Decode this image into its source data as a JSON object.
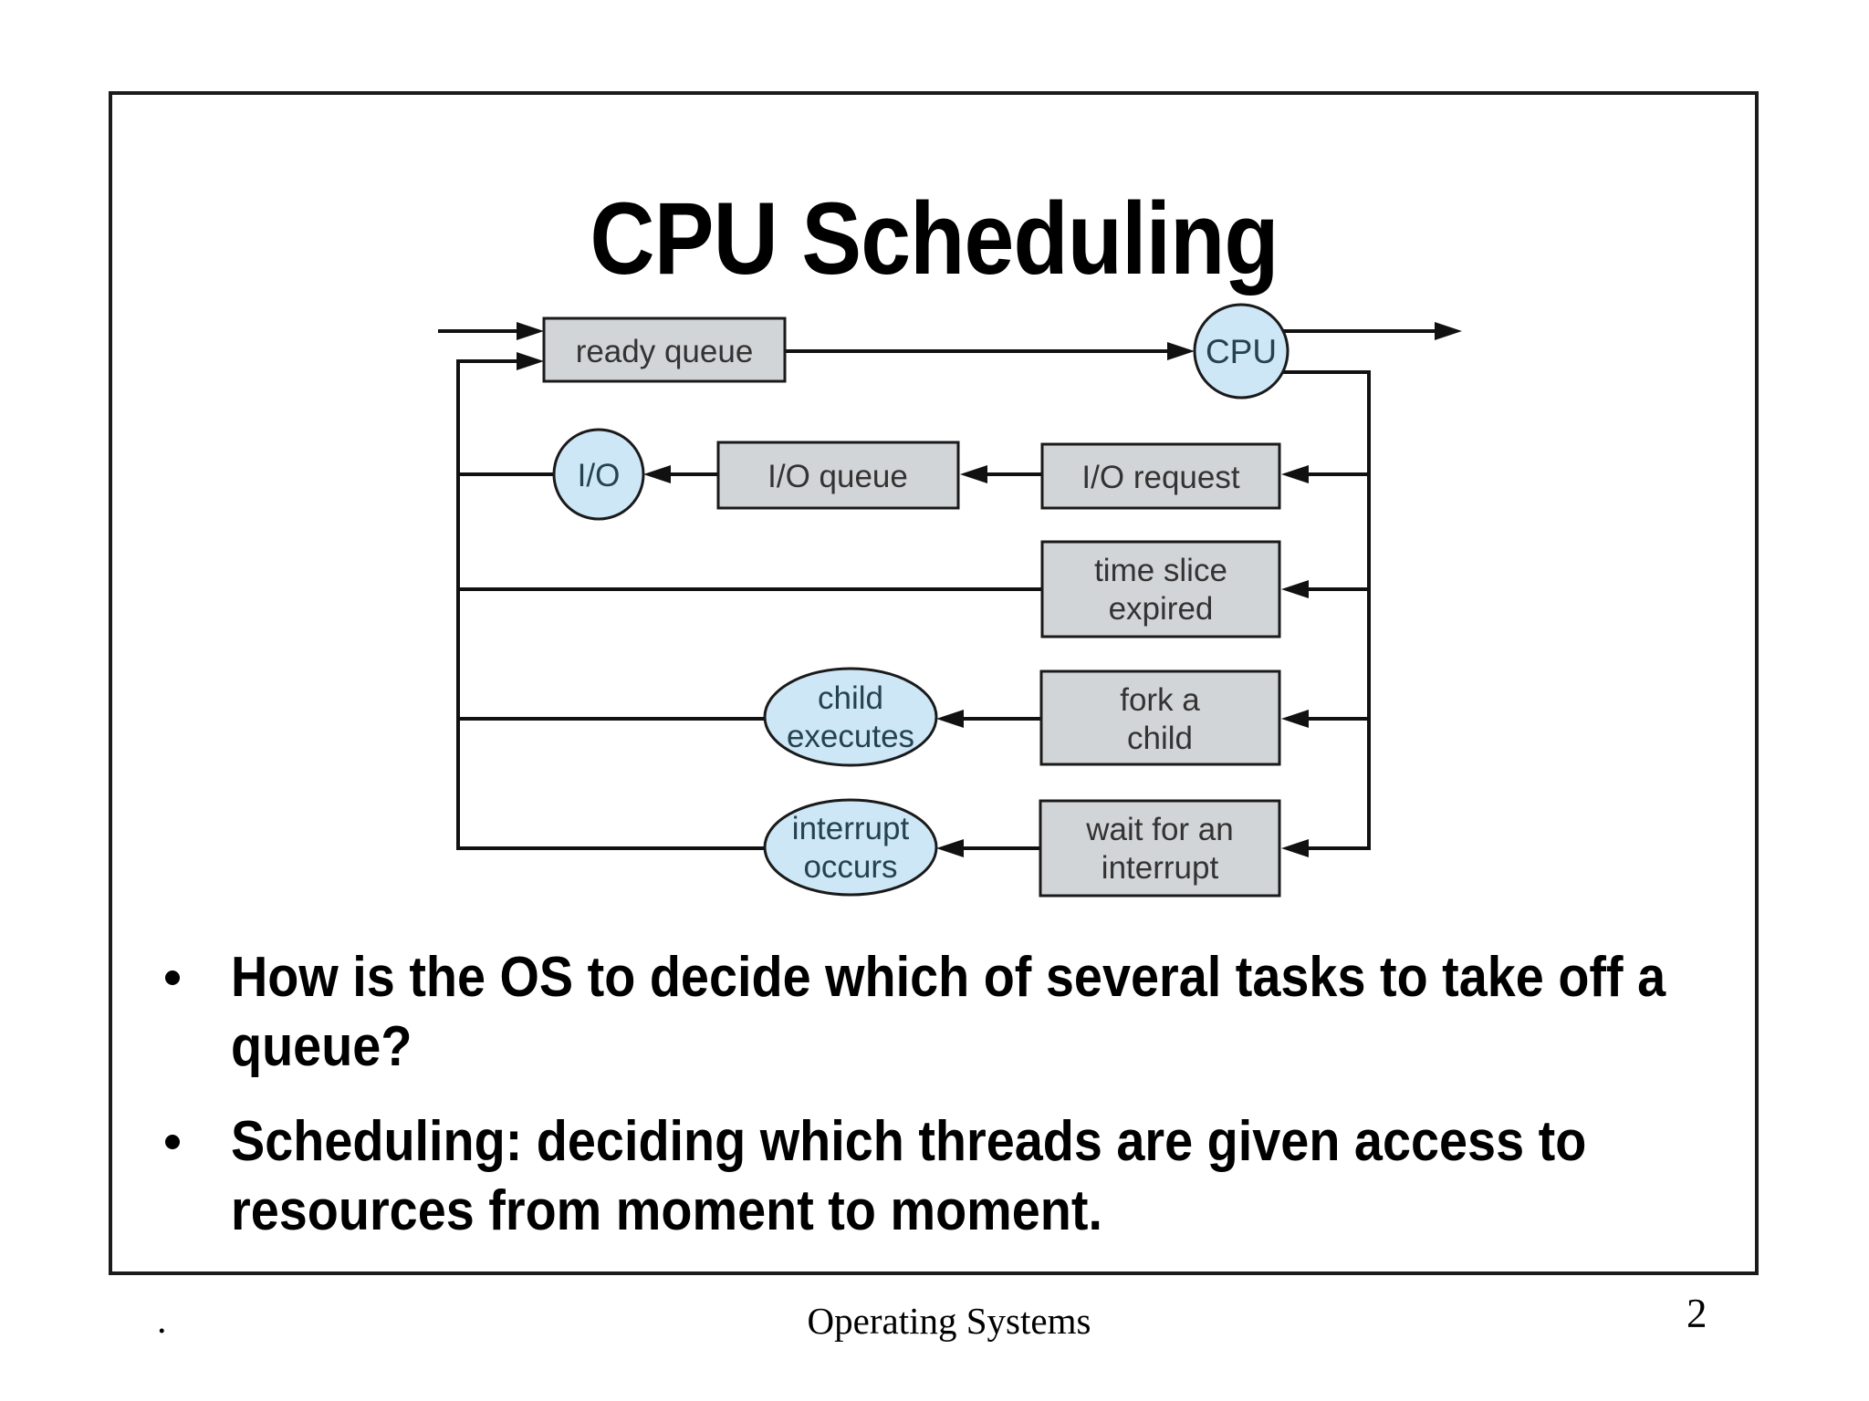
{
  "slide": {
    "title": "CPU Scheduling",
    "bullets": [
      "How is the OS to decide which of several tasks to take off a queue?",
      "Scheduling: deciding which threads are given access to resources from moment to moment."
    ],
    "footer": {
      "left_dot": ".",
      "center": "Operating Systems",
      "page_number": "2"
    }
  },
  "diagram": {
    "nodes": {
      "ready_queue": {
        "label": "ready queue"
      },
      "cpu": {
        "label": "CPU"
      },
      "io": {
        "label": "I/O"
      },
      "io_queue": {
        "label": "I/O queue"
      },
      "io_request": {
        "label": "I/O request"
      },
      "time_slice_expired": {
        "lines": [
          "time slice",
          "expired"
        ]
      },
      "fork_a_child": {
        "lines": [
          "fork a",
          "child"
        ]
      },
      "child_executes": {
        "lines": [
          "child",
          "executes"
        ]
      },
      "wait_for_interrupt": {
        "lines": [
          "wait for an",
          "interrupt"
        ]
      },
      "interrupt_occurs": {
        "lines": [
          "interrupt",
          "occurs"
        ]
      }
    },
    "colors": {
      "queue_box_fill": "#d2d5d7",
      "resource_fill": "#cde7f7",
      "node_stroke": "#1a1a1a",
      "line_color": "#111111"
    }
  }
}
